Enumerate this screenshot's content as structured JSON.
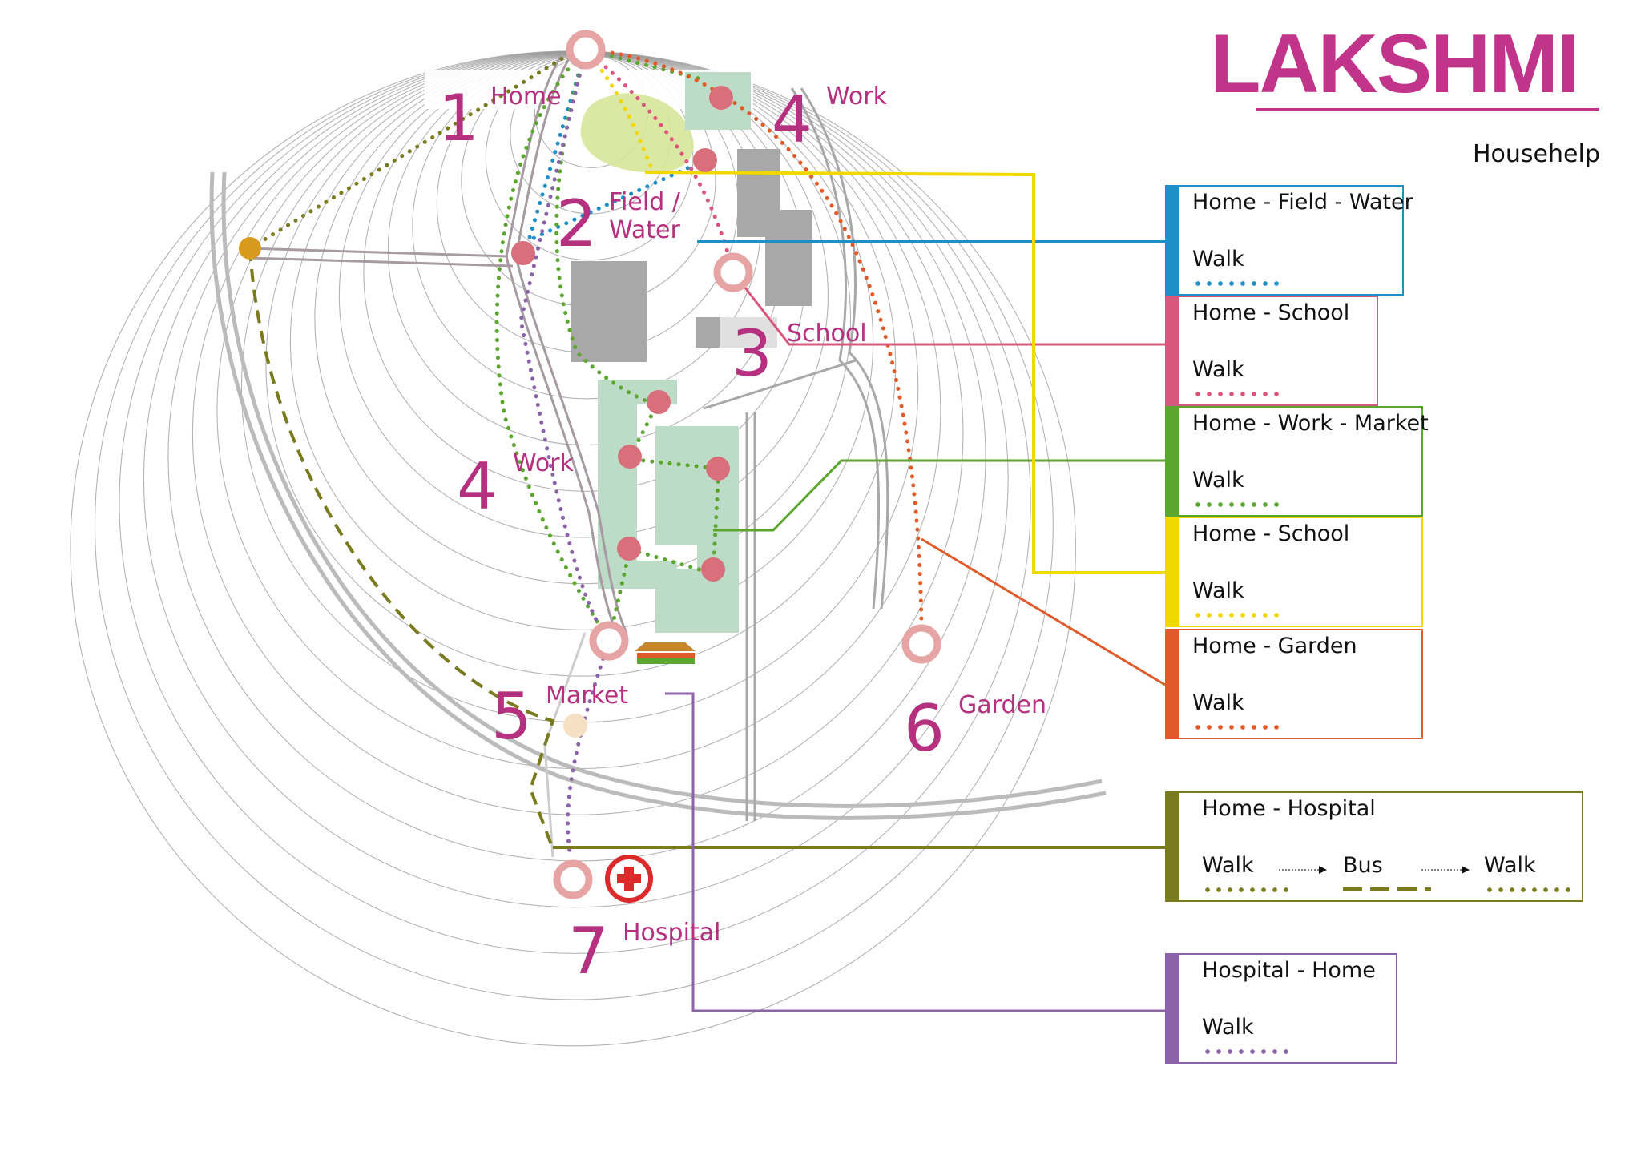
{
  "title": "LAKSHMI",
  "subtitle": "Househelp",
  "colors": {
    "title": "#c2338a",
    "label": "#b5307f",
    "blue": "#1f8fc7",
    "pink": "#d9577c",
    "green": "#5aa62e",
    "yellow": "#f0d800",
    "orange": "#e15b2a",
    "olive": "#7a7a1f",
    "purple": "#8a63a8",
    "node_ring": "#e6a4a4",
    "node_dot": "#d86f7a",
    "hospital_red": "#dc2a2a"
  },
  "places": [
    {
      "num": "1",
      "label": "Home"
    },
    {
      "num": "2",
      "label": "Field /\nWater"
    },
    {
      "num": "3",
      "label": "School"
    },
    {
      "num": "4",
      "label": "Work"
    },
    {
      "num": "4",
      "label": "Work"
    },
    {
      "num": "5",
      "label": "Market"
    },
    {
      "num": "6",
      "label": "Garden"
    },
    {
      "num": "7",
      "label": "Hospital"
    }
  ],
  "legend": [
    {
      "title": "Home - Field - Water",
      "mode": "Walk",
      "color_key": "blue"
    },
    {
      "title": "Home - School",
      "mode": "Walk",
      "color_key": "pink"
    },
    {
      "title": "Home - Work - Market",
      "mode": "Walk",
      "color_key": "green"
    },
    {
      "title": "Home - School",
      "mode": "Walk",
      "color_key": "yellow"
    },
    {
      "title": "Home - Garden",
      "mode": "Walk",
      "color_key": "orange"
    },
    {
      "title": "Home - Hospital",
      "modes": [
        "Walk",
        "Bus",
        "Walk"
      ],
      "color_key": "olive"
    },
    {
      "title": "Hospital - Home",
      "mode": "Walk",
      "color_key": "purple"
    }
  ],
  "icons": [
    "hospital-cross-icon",
    "market-stall-icon"
  ]
}
